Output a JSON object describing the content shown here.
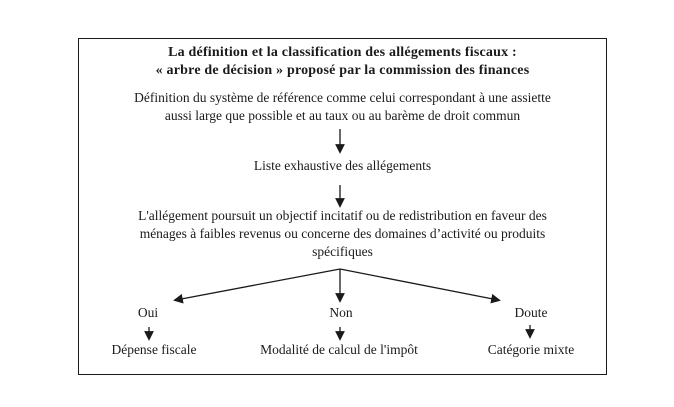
{
  "diagram": {
    "colors": {
      "ink": "#1a1a1a",
      "background": "#ffffff"
    },
    "title": {
      "line1": "La définition et la classification des allégements fiscaux :",
      "line2": "« arbre de décision » proposé par la commission des finances"
    },
    "nodes": {
      "reference": {
        "line1": "Définition du système de référence comme celui correspondant à une assiette",
        "line2": "aussi large que possible et au taux ou au barème de droit commun"
      },
      "liste": {
        "label": "Liste exhaustive des allégements"
      },
      "condition": {
        "line1": "L'allégement poursuit un objectif incitatif ou de redistribution en faveur des",
        "line2": "ménages à faibles revenus ou concerne des domaines d’activité ou produits",
        "line3": "spécifiques"
      }
    },
    "branches": {
      "oui": {
        "label": "Oui",
        "outcome": "Dépense fiscale"
      },
      "non": {
        "label": "Non",
        "outcome": "Modalité de calcul de l'impôt"
      },
      "doute": {
        "label": "Doute",
        "outcome": "Catégorie mixte"
      }
    }
  }
}
